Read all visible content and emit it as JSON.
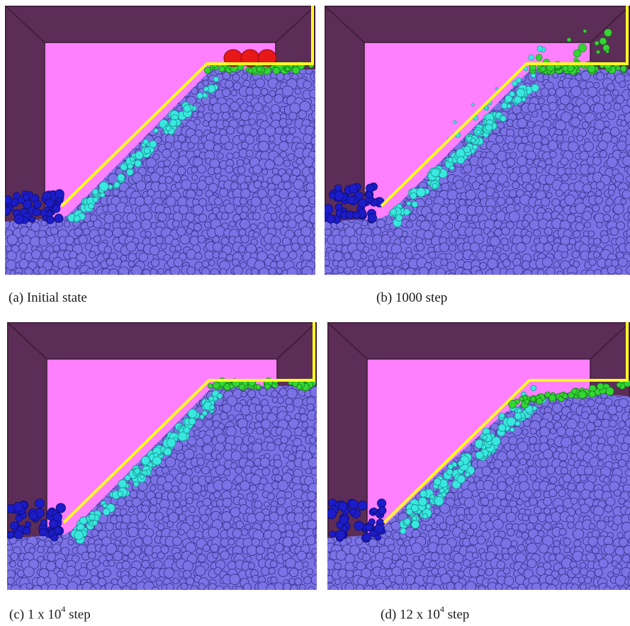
{
  "colors": {
    "frame": "#5c2d57",
    "frame_edge": "#3a1a36",
    "wall_inner": "#ff80ff",
    "soil": "#7b72e6",
    "soil_dark": "#3b3590",
    "toe": "#1c1cc8",
    "face": "#38e8e0",
    "crest": "#33d633",
    "load": "#e81818",
    "slope_line": "#ffff22"
  },
  "panels": [
    {
      "id": "a",
      "caption": "(a) Initial state",
      "stage": "initial"
    },
    {
      "id": "b",
      "caption": "(b) 1000 step",
      "stage": "early"
    },
    {
      "id": "c",
      "caption_prefix": "(c) 1 x 10",
      "caption_exp": "4",
      "caption_suffix": " step",
      "stage": "mid"
    },
    {
      "id": "d",
      "caption_prefix": "(d) 12 x 10",
      "caption_exp": "4",
      "caption_suffix": " step",
      "stage": "late"
    }
  ]
}
